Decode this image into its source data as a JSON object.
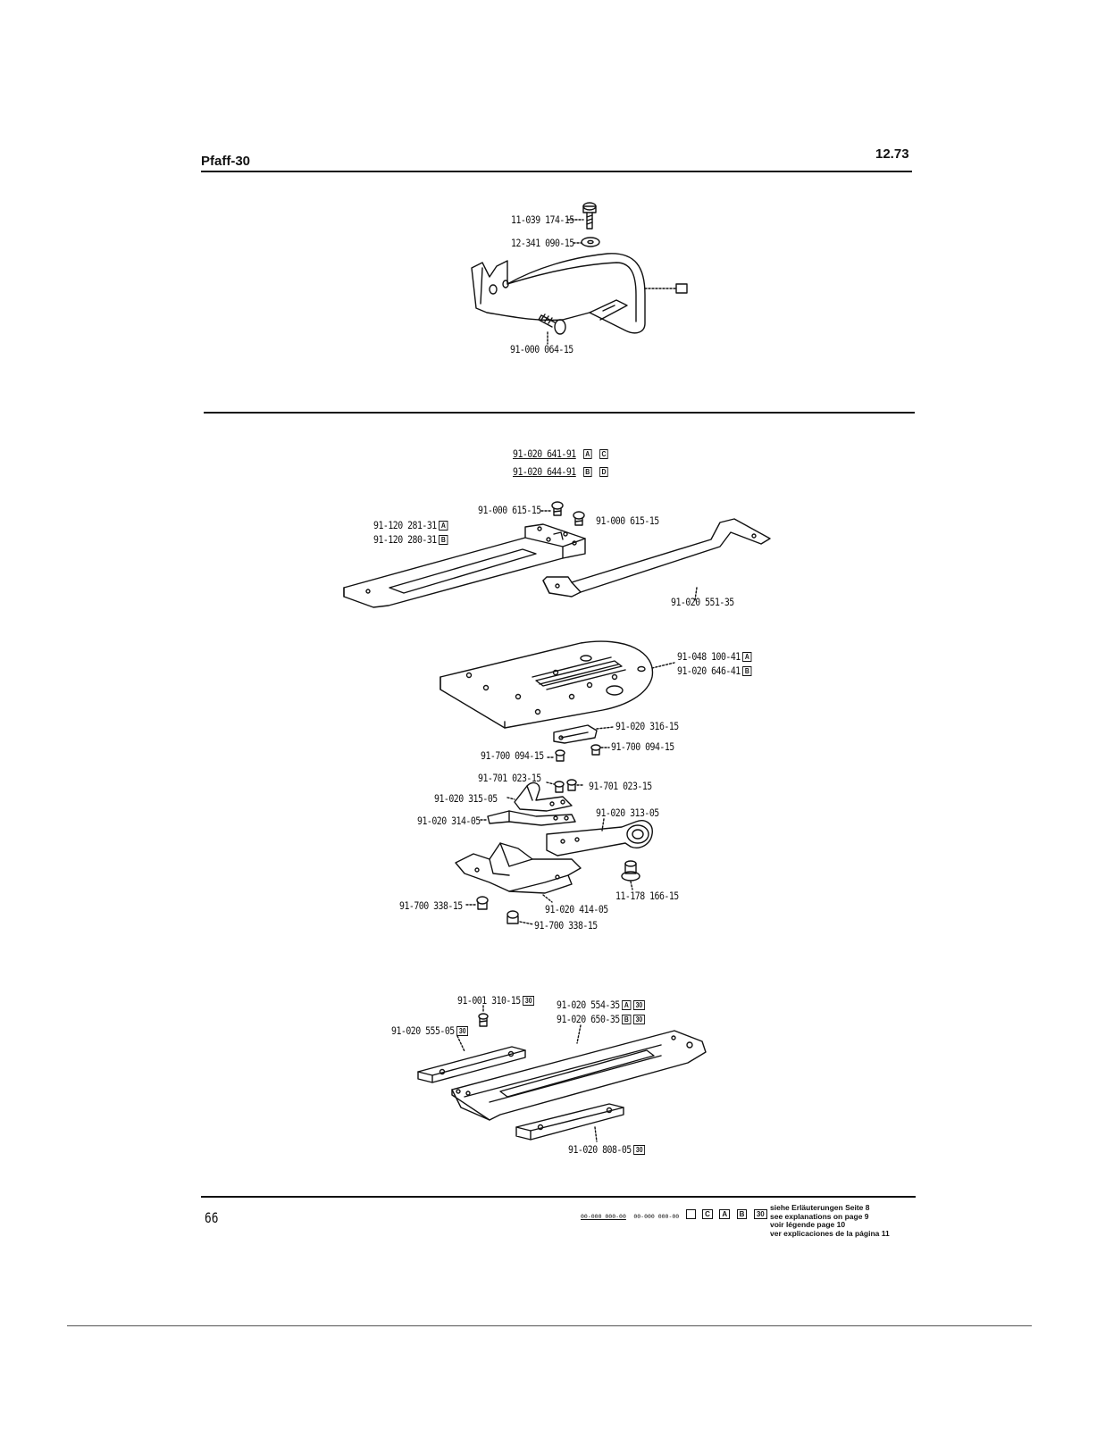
{
  "header": {
    "left": "Pfaff-30",
    "right": "12.73"
  },
  "page_number": "66",
  "group1": {
    "p1": "11-039 174-15",
    "p2": "12-341 090-15",
    "p3": "91-000 064-15"
  },
  "group2": {
    "assembly_a": "91-020 641-91",
    "assembly_b": "91-020 644-91",
    "screw_left": "91-000 615-15",
    "screw_right": "91-000 615-15",
    "plate_a": "91-120 281-31",
    "plate_b": "91-120 280-31",
    "cover": "91-020 551-35",
    "throat_a": "91-048 100-41",
    "throat_b": "91-020 646-41",
    "p316": "91-020 316-15",
    "s094_left": "91-700 094-15",
    "s094_right": "91-700 094-15",
    "s023_left": "91-701 023-15",
    "s023_right": "91-701 023-15",
    "p315": "91-020 315-05",
    "p314": "91-020 314-05",
    "p313": "91-020 313-05",
    "p166": "11-178 166-15",
    "s338_left": "91-700 338-15",
    "p414": "91-020 414-05",
    "s338_bottom": "91-700 338-15"
  },
  "group3": {
    "screw": "91-001 310-15",
    "slide_a": "91-020 554-35",
    "slide_b": "91-020 650-35",
    "left_plate": "91-020 555-05",
    "bottom_plate": "91-020 808-05"
  },
  "codes": {
    "A": "A",
    "B": "B",
    "C": "C",
    "D": "D",
    "thirty": "30"
  },
  "footer": {
    "code1": "00-000 000-00",
    "code2": "00-000 000-00",
    "line1": "siehe Erläuterungen Seite 8",
    "line2": "see explanations on page 9",
    "line3": "voir légende page 10",
    "line4": "ver explicaciones de la página 11"
  }
}
